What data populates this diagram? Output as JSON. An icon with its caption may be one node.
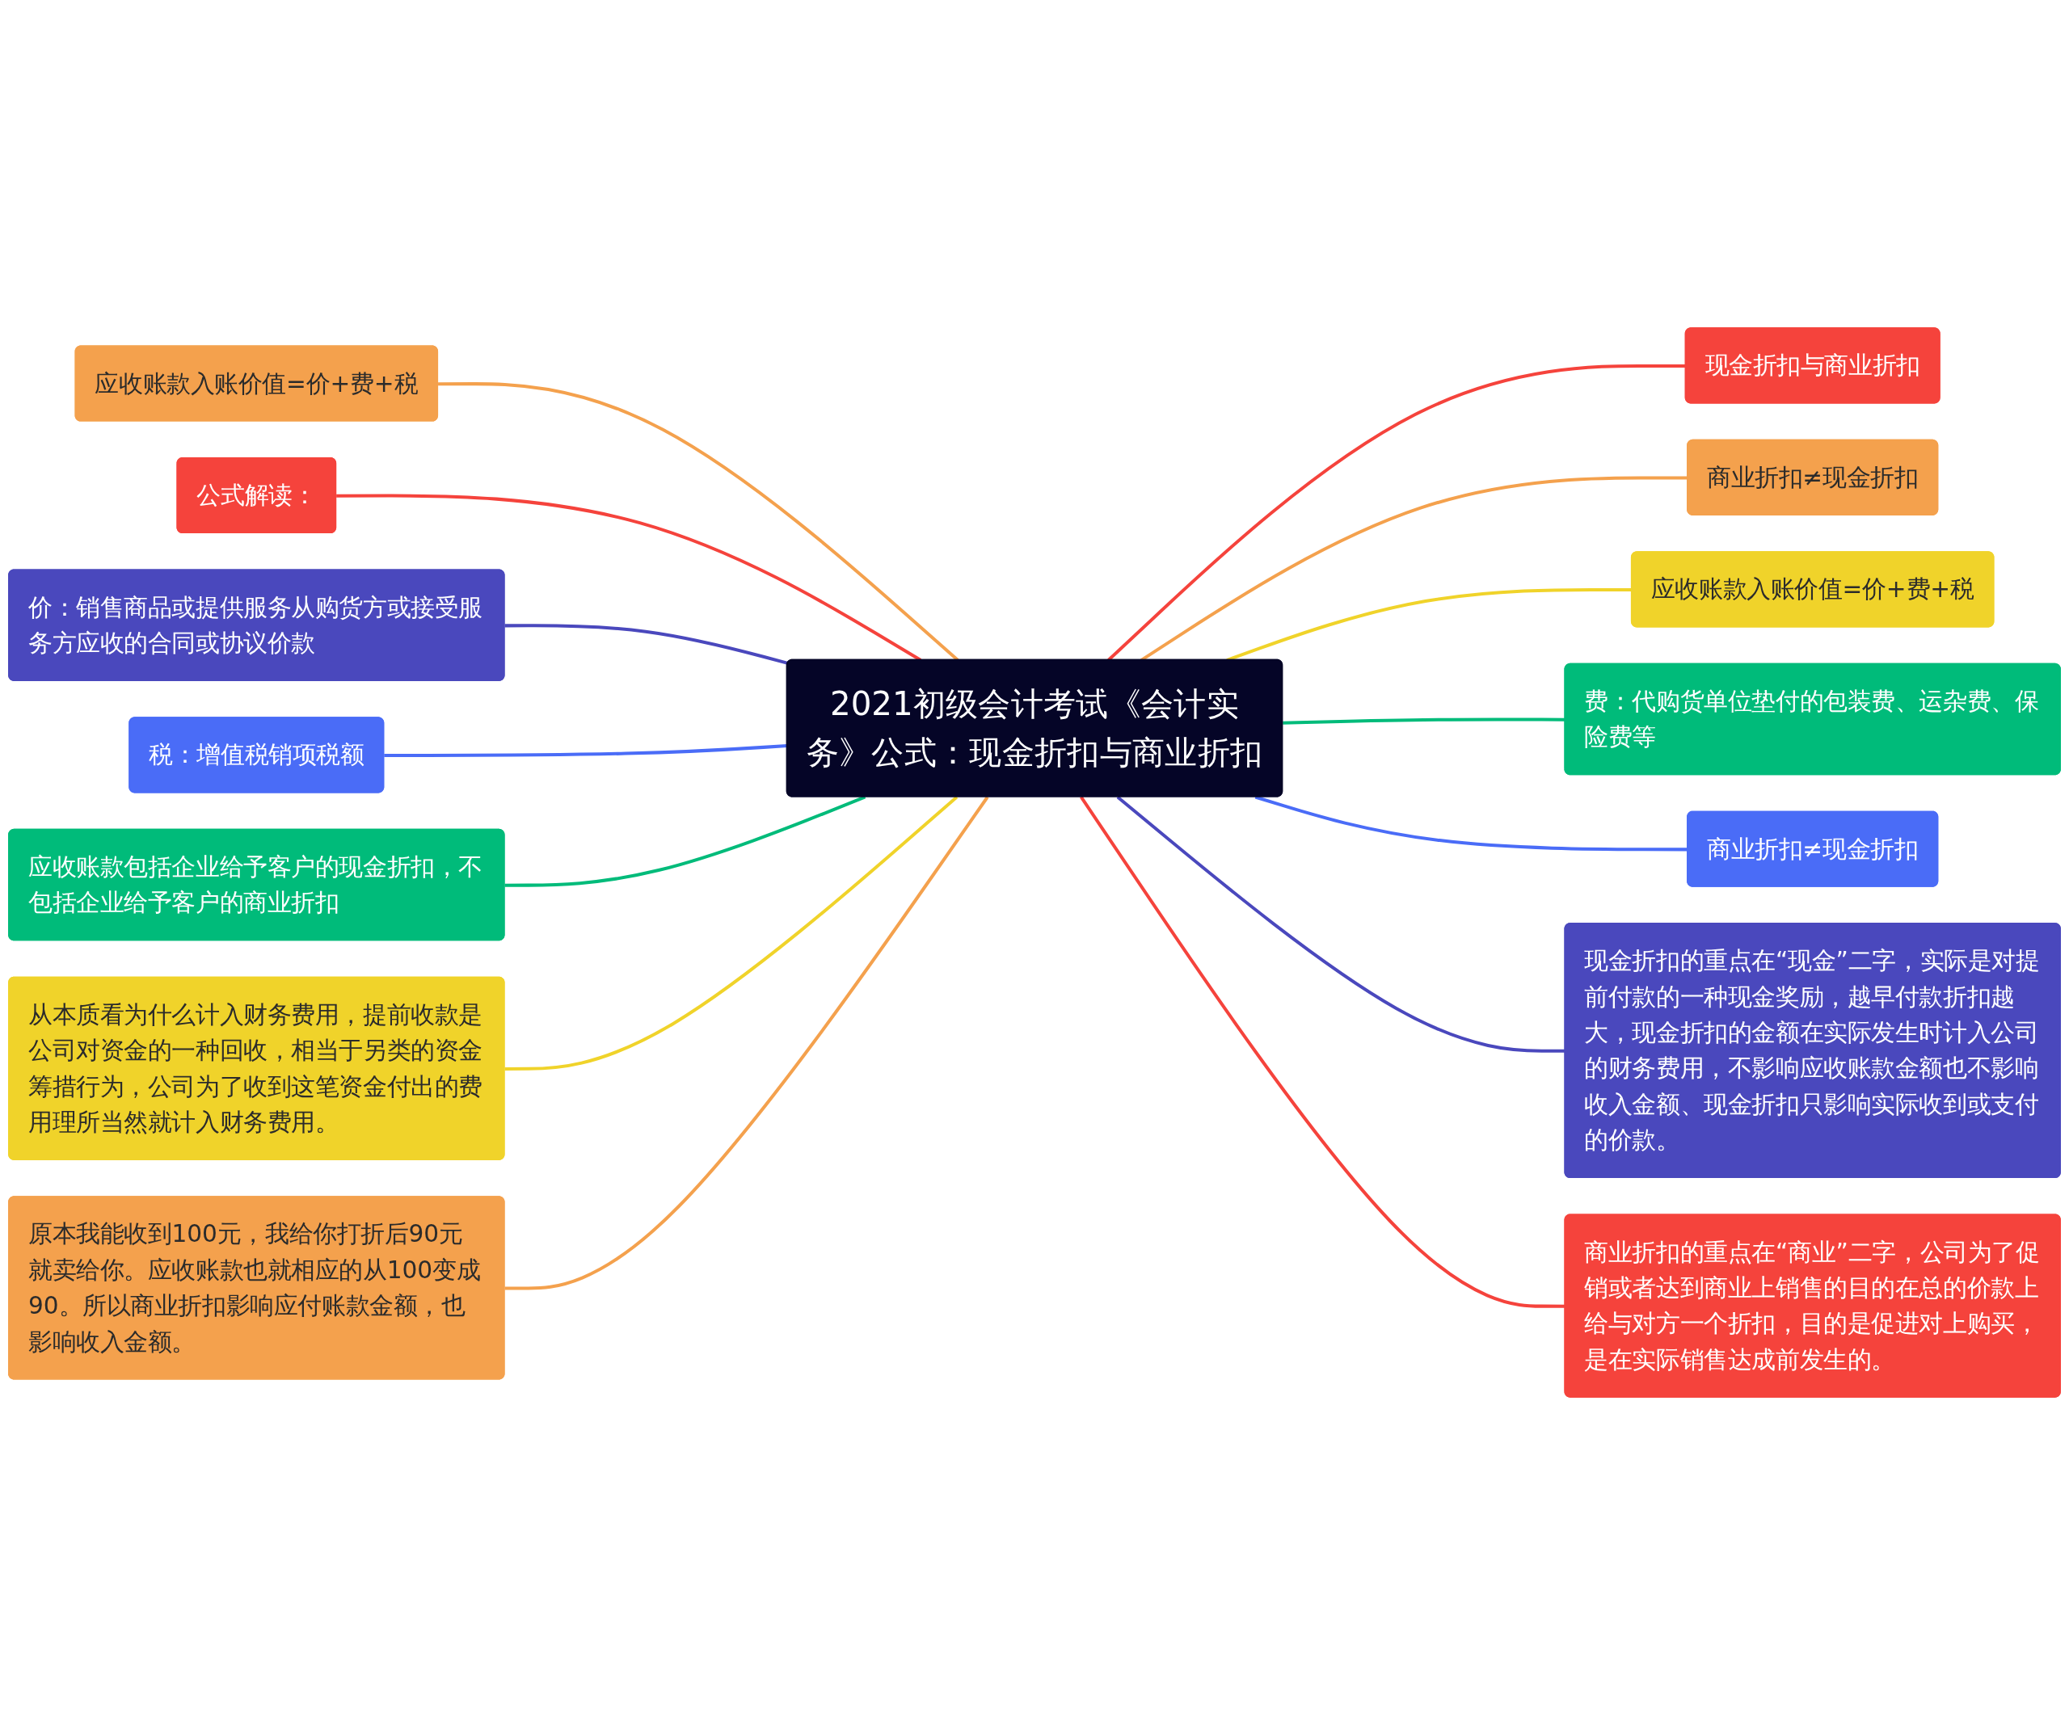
{
  "diagram": {
    "nodes": [
      {
        "text": [
          "2021初级会计考试《会计实务》公式：现金折扣与商业折扣"
        ]
      },
      {
        "text": [
          "应收账款入账价值=价+费+税"
        ]
      },
      {
        "text": [
          "公式解读："
        ]
      },
      {
        "text": [
          "价：销售商品或提供服务从购货方或接受服务方应收的合同或协议价款"
        ]
      },
      {
        "text": [
          "税：增值税销项税额"
        ]
      },
      {
        "text": [
          "应收账款包括企业给予客户的现金折扣，不包括企业给予客户的商业折扣"
        ]
      },
      {
        "text": [
          "从本质看为什么计入财务费用，提前收款是公司对资金的一种回收，相当于另类的资金筹措行为，公司为了收到这笔资金付出的费用理所当然就计入财务费用。"
        ]
      },
      {
        "text": [
          "原本我能收到100元，我给你打折后90元就卖给你。应收账款也就相应的从100变成90。所以商业折扣影响应付账款金额，也影响收入金额。"
        ]
      },
      {
        "text": [
          "现金折扣与商业折扣"
        ]
      },
      {
        "text": [
          "商业折扣≠现金折扣"
        ]
      },
      {
        "text": [
          "应收账款入账价值=价+费+税"
        ]
      },
      {
        "text": [
          "费：代购货单位垫付的包装费、运杂费、保险费等"
        ]
      },
      {
        "text": [
          "商业折扣≠现金折扣"
        ]
      },
      {
        "text": [
          "现金折扣的重点在“现金”二字，实际是对提前付款的一种现金奖励，越早付款折扣越大，现金折扣的金额在实际发生时计入公司的财务费用，不影响应收账款金额也不影响收入金额、现金折扣只影响实际收到或支付的价款。"
        ]
      },
      {
        "text": [
          "商业折扣的重点在“商业”二字，公司为了促销或者达到商业上销售的目的在总的价款上给与对方一个折扣，目的是促进对上购买，是在实际销售达成前发生的。"
        ]
      }
    ],
    "edges": [
      {
        "from": 1,
        "to": 0,
        "arrow": "none",
        "color": "#f4a14d"
      },
      {
        "from": 2,
        "to": 0,
        "arrow": "none",
        "color": "#f5433c"
      },
      {
        "from": 3,
        "to": 0,
        "arrow": "none",
        "color": "#4a48bd"
      },
      {
        "from": 4,
        "to": 0,
        "arrow": "none",
        "color": "#4a6cf7"
      },
      {
        "from": 5,
        "to": 0,
        "arrow": "none",
        "color": "#00bb7a"
      },
      {
        "from": 6,
        "to": 0,
        "arrow": "none",
        "color": "#f0d32a"
      },
      {
        "from": 7,
        "to": 0,
        "arrow": "none",
        "color": "#f4a14d"
      },
      {
        "from": 0,
        "to": 8,
        "arrow": "none",
        "color": "#f5433c"
      },
      {
        "from": 0,
        "to": 9,
        "arrow": "none",
        "color": "#f4a14d"
      },
      {
        "from": 0,
        "to": 10,
        "arrow": "none",
        "color": "#f0d32a"
      },
      {
        "from": 0,
        "to": 11,
        "arrow": "none",
        "color": "#00bb7a"
      },
      {
        "from": 0,
        "to": 12,
        "arrow": "none",
        "color": "#4a6cf7"
      },
      {
        "from": 0,
        "to": 13,
        "arrow": "none",
        "color": "#4a48bd"
      },
      {
        "from": 0,
        "to": 14,
        "arrow": "none",
        "color": "#f5433c"
      }
    ]
  }
}
